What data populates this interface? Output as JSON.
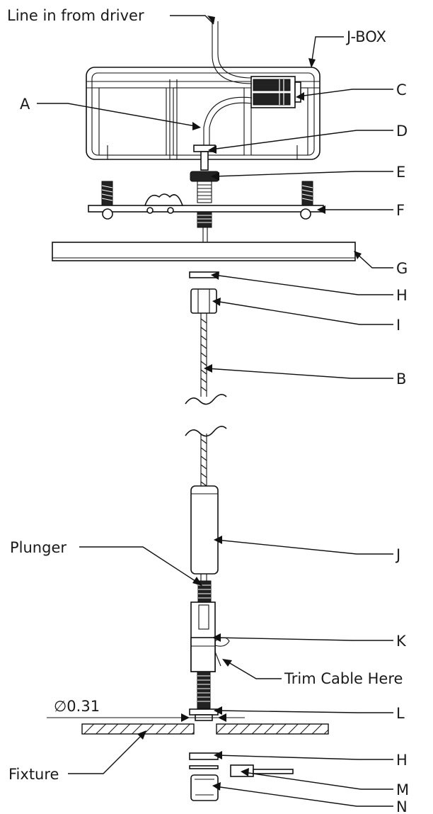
{
  "labels": {
    "line_in": "Line in from driver",
    "jbox": "J-BOX",
    "a": "A",
    "b": "B",
    "c": "C",
    "d": "D",
    "e": "E",
    "f": "F",
    "g": "G",
    "h_upper": "H",
    "i": "I",
    "j": "J",
    "k": "K",
    "l": "L",
    "h_lower": "H",
    "m": "M",
    "n": "N",
    "plunger": "Plunger",
    "trim": "Trim Cable Here",
    "diameter": "∅0.31",
    "fixture": "Fixture"
  }
}
